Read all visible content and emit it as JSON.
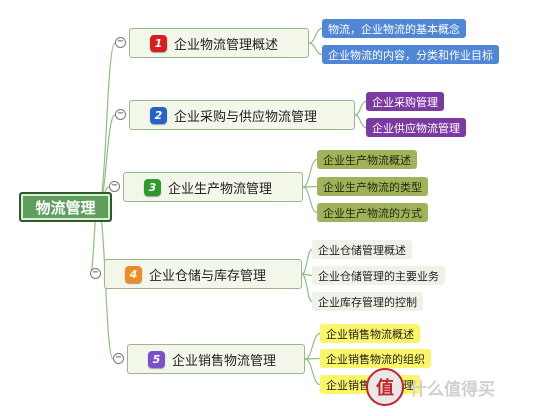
{
  "root": {
    "label": "物流管理"
  },
  "branches": [
    {
      "number": "1",
      "label": "企业物流管理概述",
      "badge_color": "#d91e1e",
      "leaf_style": "blue",
      "leaves": [
        "物流，企业物流的基本概念",
        "企业物流的内容，分类和作业目标"
      ]
    },
    {
      "number": "2",
      "label": "企业采购与供应物流管理",
      "badge_color": "#2563c9",
      "leaf_style": "purple",
      "leaves": [
        "企业采购管理",
        "企业供应物流管理"
      ]
    },
    {
      "number": "3",
      "label": "企业生产物流管理",
      "badge_color": "#2e9a2e",
      "leaf_style": "olive",
      "leaves": [
        "企业生产物流概述",
        "企业生产物流的类型",
        "企业生产物流的方式"
      ]
    },
    {
      "number": "4",
      "label": "企业仓储与库存管理",
      "badge_color": "#f08a24",
      "leaf_style": "plain",
      "leaves": [
        "企业仓储管理概述",
        "企业仓储管理的主要业务",
        "企业库存管理的控制"
      ]
    },
    {
      "number": "5",
      "label": "企业销售物流管理",
      "badge_color": "#7b4fc9",
      "leaf_style": "yellow",
      "leaves": [
        "企业销售物流概述",
        "企业销售物流的组织",
        "企业销售物流管理"
      ]
    }
  ],
  "watermark": {
    "logo": "值",
    "text": "什么值得买"
  },
  "colors": {
    "connector": "#8fbf82",
    "root_fill": "#5f9e5d"
  }
}
